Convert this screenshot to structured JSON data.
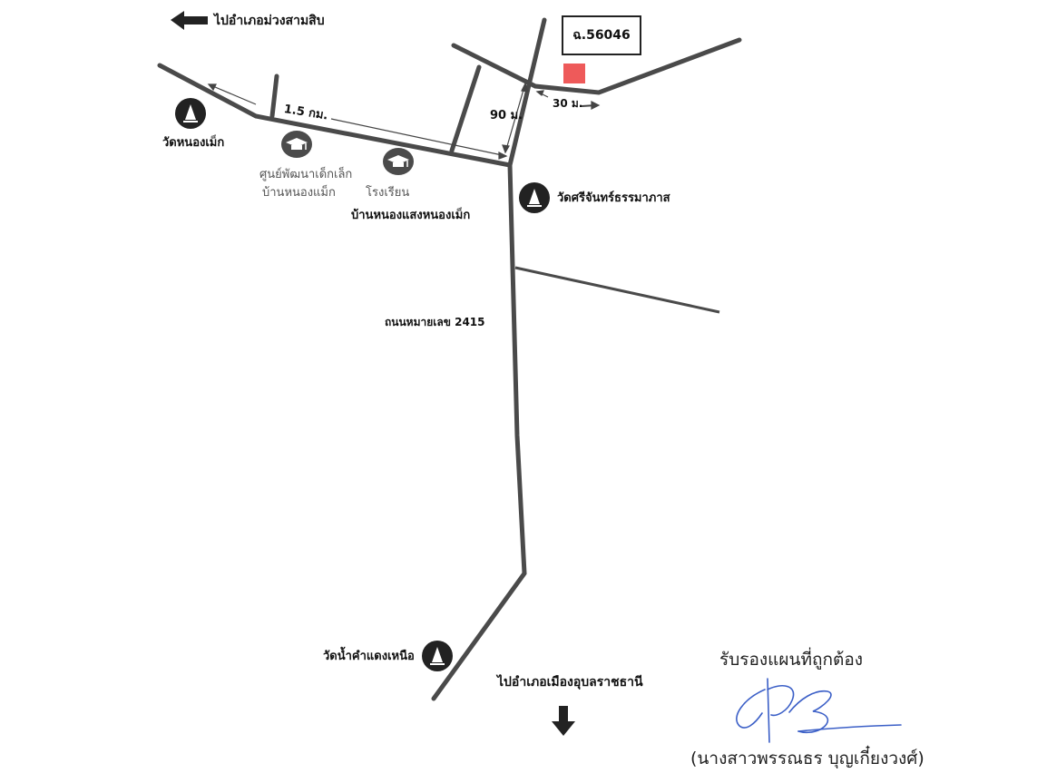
{
  "roads": {
    "road_2415_label": "ถนนหมายเลข 2415"
  },
  "directions": {
    "north_west": "ไปอำเภอม่วงสามสิบ",
    "south": "ไปอำเภอเมืองอุบลราชธานี"
  },
  "plot": {
    "id": "ฉ.56046",
    "mark_color": "#ee5a5a"
  },
  "distances": {
    "main_road": "1.5 กม.",
    "side_road": "90 ม.",
    "to_plot": "30 ม."
  },
  "landmarks": {
    "temple_nong_muek": "วัดหนองเม็ก",
    "temple_sri_chan": "วัดศรีจันทร์ธรรมาภาส",
    "temple_nam_kham": "วัดน้ำคำแดงเหนือ",
    "child_center_line1": "ศูนย์พัฒนาเด็กเล็ก",
    "child_center_line2": "บ้านหนองแม็ก",
    "school_line1": "โรงเรียน",
    "school_line2": "บ้านหนองแสงหนองเม็ก"
  },
  "icons": {
    "temple": "temple-icon",
    "school": "graduation-cap-icon",
    "arrow_left": "arrow-left-icon",
    "arrow_down": "arrow-down-icon"
  },
  "certification": {
    "text": "รับรองแผนที่ถูกต้อง",
    "signer": "(นางสาวพรรณธร บุญเกี๋ยงวงศ์)"
  }
}
